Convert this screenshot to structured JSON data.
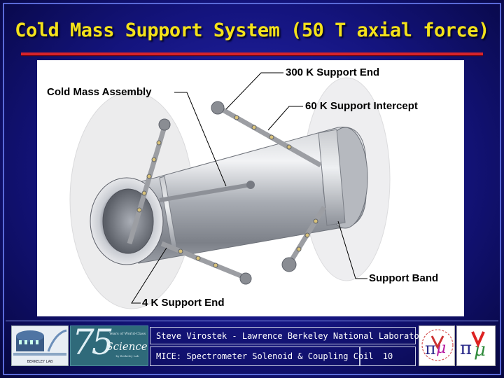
{
  "slide": {
    "title": "Cold Mass Support System (50 T axial force)",
    "accent_color": "#d8232a",
    "title_color": "#f4e21a"
  },
  "figure": {
    "labels": {
      "support_end_300k": "300 K Support End",
      "cold_mass_assembly": "Cold Mass Assembly",
      "intercept_60k": "60 K Support Intercept",
      "support_band": "Support Band",
      "support_end_4k": "4 K Support End"
    }
  },
  "footer": {
    "author_line": "Steve Virostek - Lawrence Berkeley National Laboratory",
    "project_line": "MICE: Spectrometer Solenoid & Coupling Coil",
    "page_number": "10",
    "lbnl_logo_text": "BERKELEY LAB",
    "anniversary_number": "75",
    "anniversary_small": "Years of World-Class",
    "anniversary_word": "Science",
    "anniversary_tiny": "by Berkeley Lab",
    "logo_icons": [
      "lbnl-logo-icon",
      "anniversary-75-logo-icon",
      "mice-logo-icon",
      "mice-logo-alt-icon"
    ]
  }
}
